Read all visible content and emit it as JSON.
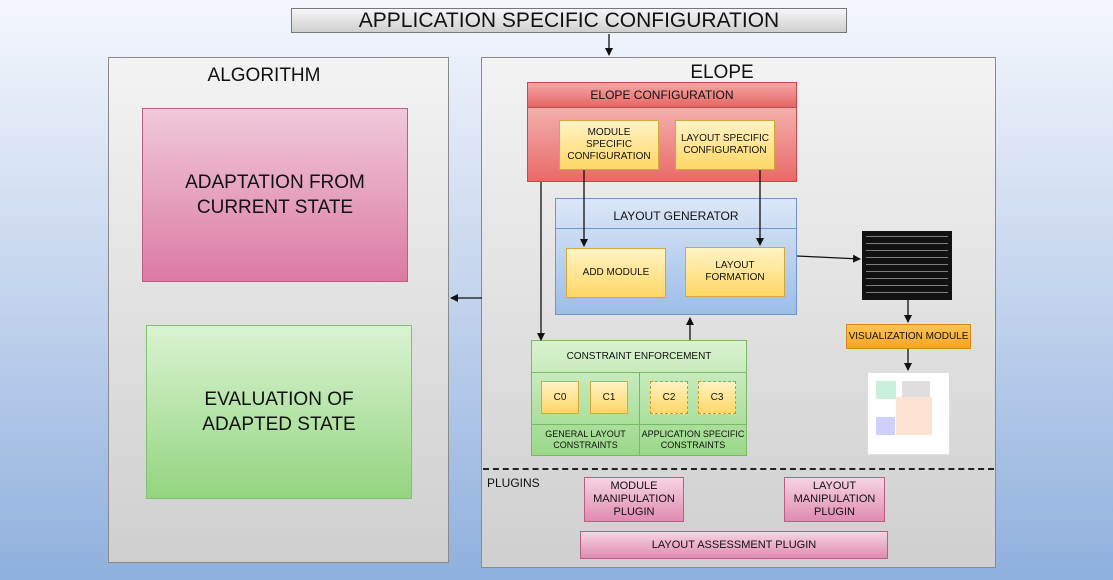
{
  "top_title": "APPLICATION SPECIFIC CONFIGURATION",
  "algorithm": {
    "title": "ALGORITHM",
    "adaptation": "ADAPTATION FROM\nCURRENT STATE",
    "evaluation": "EVALUATION OF\nADAPTED STATE"
  },
  "elope": {
    "title": "ELOPE",
    "config": {
      "title": "ELOPE CONFIGURATION",
      "module_specific": "MODULE\nSPECIFIC\nCONFIGURATION",
      "layout_specific": "LAYOUT SPECIFIC\nCONFIGURATION"
    },
    "generator": {
      "title": "LAYOUT GENERATOR",
      "add_module": "ADD MODULE",
      "layout_formation": "LAYOUT\nFORMATION"
    },
    "constraints": {
      "title": "CONSTRAINT ENFORCEMENT",
      "items": [
        "C0",
        "C1",
        "C2",
        "C3"
      ],
      "general": "GENERAL LAYOUT\nCONSTRAINTS",
      "application": "APPLICATION SPECIFIC\nCONSTRAINTS"
    },
    "visualization": "VISUALIZATION MODULE",
    "plugins": {
      "label": "PLUGINS",
      "module_manipulation": "MODULE\nMANIPULATION\nPLUGIN",
      "layout_manipulation": "LAYOUT\nMANIPULATION\nPLUGIN",
      "layout_assessment": "LAYOUT ASSESSMENT PLUGIN"
    }
  },
  "colors": {
    "pink": "#dc7aa3",
    "green": "#93d57f",
    "red": "#e96a68",
    "yellow": "#ffd766",
    "blue": "#9cbde8",
    "orange": "#f5a623"
  }
}
